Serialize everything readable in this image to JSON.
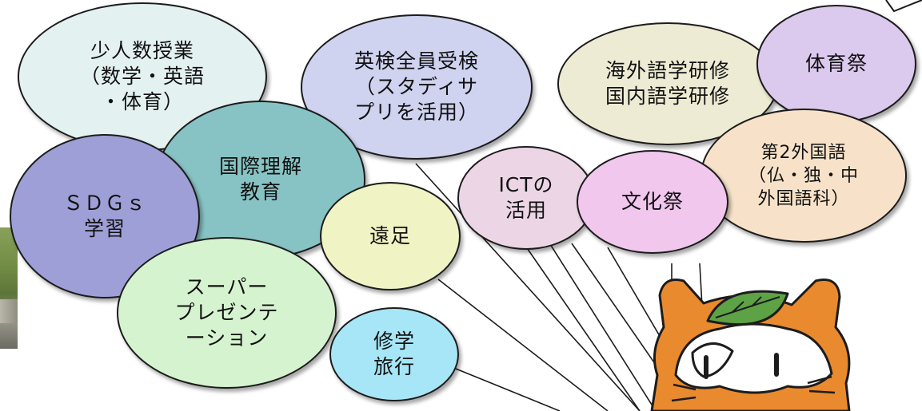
{
  "colors": {
    "ink": "#1c1c1c",
    "mascot_orange": "#e98a2e",
    "leaf_green": "#5da245"
  },
  "bubbles": {
    "small_class": "少人数授業\n（数学・英語\n・体育）",
    "eiken": "英検全員受検\n（スタディサ\nプリを活用）",
    "language_training": "海外語学研修\n国内語学研修",
    "sports_festival": "体育祭",
    "second_language": "第2外国語\n（仏・独・中\n外国語科）",
    "international": "国際理解\n教育",
    "sdgs": "ＳＤＧｓ\n学習",
    "excursion": "遠足",
    "ict": "ICTの\n活用",
    "culture_festival": "文化祭",
    "presentation": "スーパー\nプレゼンテ\nーション",
    "school_trip": "修学\n旅行"
  },
  "icons": {
    "mascot": "orange-tanuki-mascot-with-leaf",
    "photo": "forest-road-photo"
  }
}
